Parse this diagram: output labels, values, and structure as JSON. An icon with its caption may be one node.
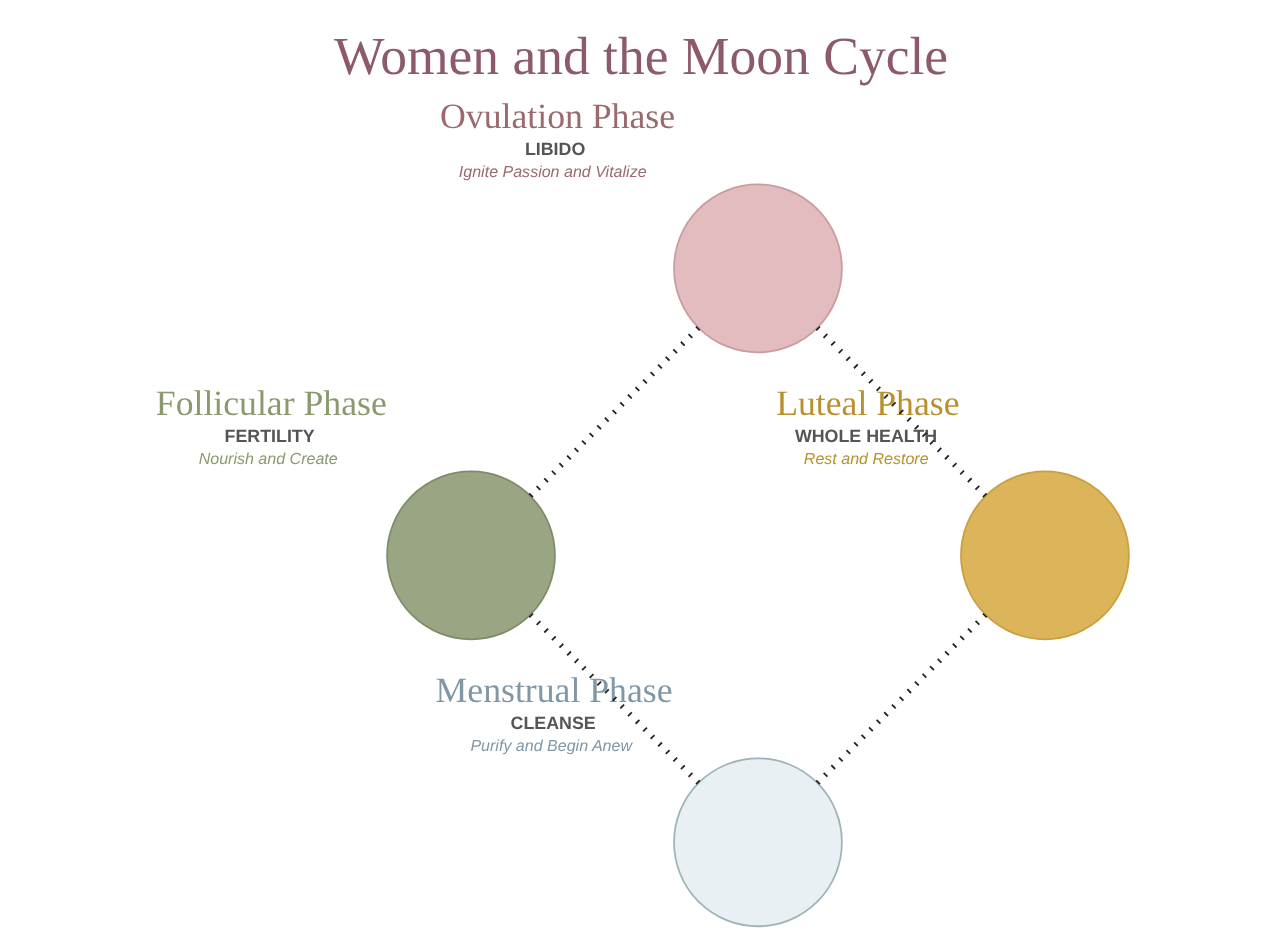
{
  "diagram": {
    "title": "Women and the Moon Cycle",
    "nodes": [
      {
        "text": [],
        "shape": "circle",
        "beside": [
          "Menstrual Phase",
          "CLEANSE",
          "Purify and Begin Anew"
        ]
      },
      {
        "text": [],
        "shape": "circle",
        "beside": [
          "Luteal Phase",
          "WHOLE HEALTH",
          "Rest and Restore"
        ]
      },
      {
        "text": [],
        "shape": "circle",
        "beside": [
          "Follicular Phase",
          "FERTILITY",
          "Nourish and Create"
        ]
      },
      {
        "text": [],
        "shape": "circle",
        "beside": [
          "Ovulation Phase",
          "LIBIDO",
          "Ignite Passion and Vitalize"
        ]
      }
    ],
    "edges": [
      {
        "from": 0,
        "to": 2,
        "arrow": "none",
        "style": "dashed"
      },
      {
        "from": 2,
        "to": 3,
        "arrow": "none",
        "style": "dashed"
      },
      {
        "from": 3,
        "to": 1,
        "arrow": "none",
        "style": "dashed"
      },
      {
        "from": 1,
        "to": 0,
        "arrow": "none",
        "style": "dashed"
      }
    ]
  }
}
